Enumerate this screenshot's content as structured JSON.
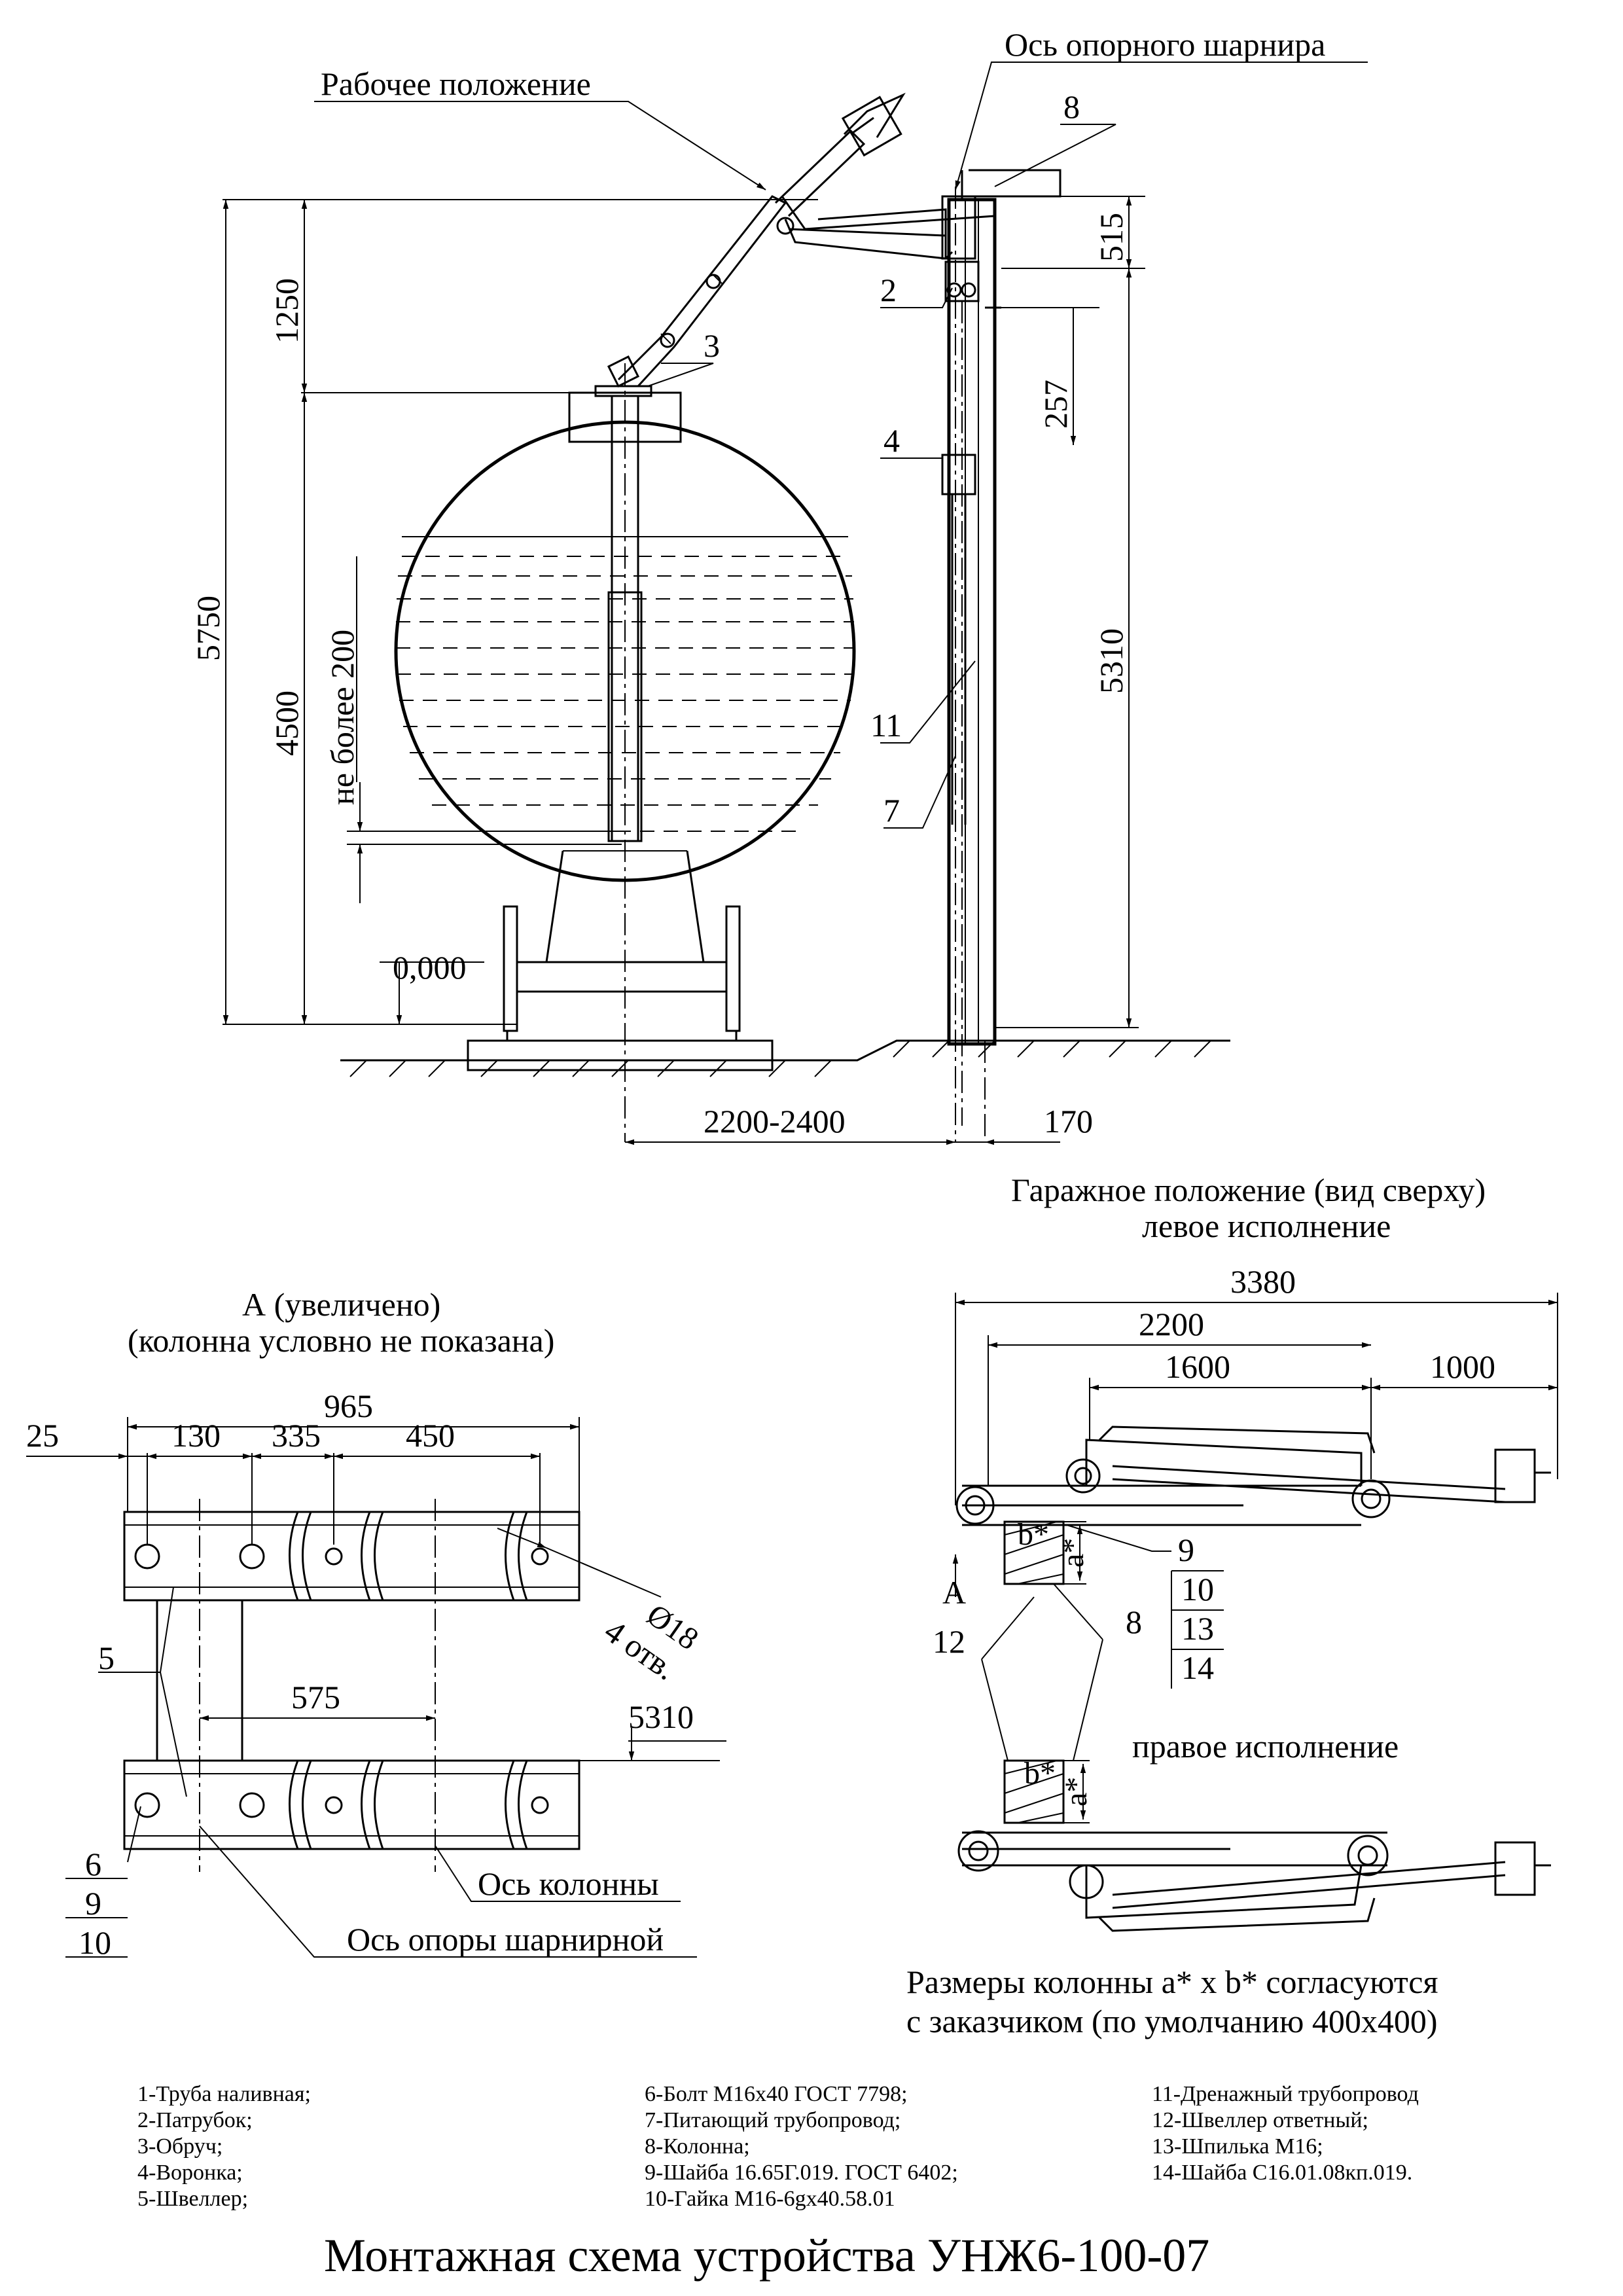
{
  "labels": {
    "working_position": "Рабочее положение",
    "hinge_axis": "Ось опорного шарнира",
    "not_more_200": "не более 200",
    "zero_mark": "0,000",
    "garage_title": "Гаражное положение (вид сверху)",
    "garage_left": "левое исполнение",
    "garage_right": "правое исполнение",
    "view_a": "А  (увеличено)",
    "view_a_note": "(колонна условно не показана)",
    "column_axis": "Ось колонны",
    "support_axis": "Ось опоры шарнирной",
    "hole_dia": "Ø18",
    "holes": "4 отв.",
    "arrow_a": "А",
    "a_star": "a*",
    "b_star": "b*",
    "note_line1": "Размеры колонны a* x  b* согласуются",
    "note_line2": "с заказчиком (по умолчанию 400х400)"
  },
  "dims": {
    "d5750": "5750",
    "d1250": "1250",
    "d4500": "4500",
    "d515": "515",
    "d257": "257",
    "d5310": "5310",
    "d2200_2400": "2200-2400",
    "d170": "170",
    "d3380": "3380",
    "d2200": "2200",
    "d1600": "1600",
    "d1000": "1000",
    "d965": "965",
    "d25": "25",
    "d130": "130",
    "d335": "335",
    "d450": "450",
    "d575": "575",
    "d5310b": "5310"
  },
  "callouts": {
    "c8": "8",
    "c2": "2",
    "c3": "3",
    "c4": "4",
    "c11": "11",
    "c7": "7",
    "c5": "5",
    "c6": "6",
    "c9": "9",
    "c10": "10",
    "g9": "9",
    "g10": "10",
    "g13": "13",
    "g14": "14",
    "g12": "12",
    "g8": "8"
  },
  "legend": {
    "col1": [
      "1-Труба наливная;",
      "2-Патрубок;",
      "3-Обруч;",
      "4-Воронка;",
      "5-Швеллер;"
    ],
    "col2": [
      "6-Болт М16х40 ГОСТ 7798;",
      "7-Питающий трубопровод;",
      "8-Колонна;",
      "9-Шайба 16.65Г.019. ГОСТ 6402;",
      "10-Гайка М16-6gх40.58.01"
    ],
    "col3": [
      "11-Дренажный трубопровод",
      "12-Швеллер ответный;",
      "13-Шпилька М16;",
      "14-Шайба С16.01.08кп.019."
    ]
  },
  "title": "Монтажная схема устройства УНЖ6-100-07"
}
